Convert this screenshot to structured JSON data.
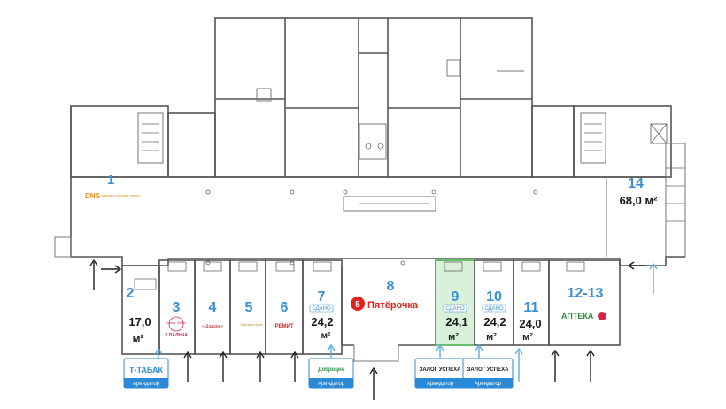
{
  "units": [
    {
      "id": "1",
      "number": "1",
      "logo": "DNS",
      "logo_sub": "цифровая и бытовая техника"
    },
    {
      "id": "2",
      "number": "2",
      "area": "17,0",
      "unit": "м²"
    },
    {
      "id": "3",
      "number": "3",
      "logo": "Сахар. Ленин",
      "logo_sub": "У ПАЛЬЧА"
    },
    {
      "id": "4",
      "number": "4",
      "logo": "«Шадарь»"
    },
    {
      "id": "5",
      "number": "5",
      "logo": "Золотая Хата"
    },
    {
      "id": "6",
      "number": "6",
      "logo": "РЕМИТ"
    },
    {
      "id": "7",
      "number": "7",
      "area": "24,2",
      "unit": "м²",
      "status": "СДАНО"
    },
    {
      "id": "8",
      "number": "8",
      "logo": "Пятёрочка"
    },
    {
      "id": "9",
      "number": "9",
      "area": "24,1",
      "unit": "м²",
      "status": "СДАНО"
    },
    {
      "id": "10",
      "number": "10",
      "area": "24,2",
      "unit": "м²",
      "status": "СДАНО"
    },
    {
      "id": "11",
      "number": "11",
      "area": "24,0",
      "unit": "м²"
    },
    {
      "id": "12-13",
      "number": "12-13",
      "logo": "АПТЕКА"
    },
    {
      "id": "14",
      "number": "14",
      "area": "68,0 м²"
    }
  ],
  "tenant_tags": [
    {
      "name": "Т-ТАБАК",
      "sub": "Арендатор"
    },
    {
      "name": "Доброцен",
      "sub": "Арендатор"
    },
    {
      "name": "ЗАЛОГ УСПЕХА",
      "sub": "Арендатор"
    },
    {
      "name": "ЗАЛОГ УСПЕХА",
      "sub": "Арендатор"
    }
  ],
  "colors": {
    "accent_blue": "#3a8fd4",
    "rented_fill": "#d8f1d8",
    "rented_stroke": "#4caf50",
    "pyaterochka_red": "#e2231a",
    "dns_orange": "#f28a1c",
    "apteka_green": "#2c8f3c",
    "apteka_red": "#d6254a",
    "tag_blue": "#2b8ad6"
  },
  "icons": [
    "entrance-arrow-icon",
    "pyaterochka-logo-icon",
    "dns-logo-icon",
    "apteka-logo-icon"
  ]
}
